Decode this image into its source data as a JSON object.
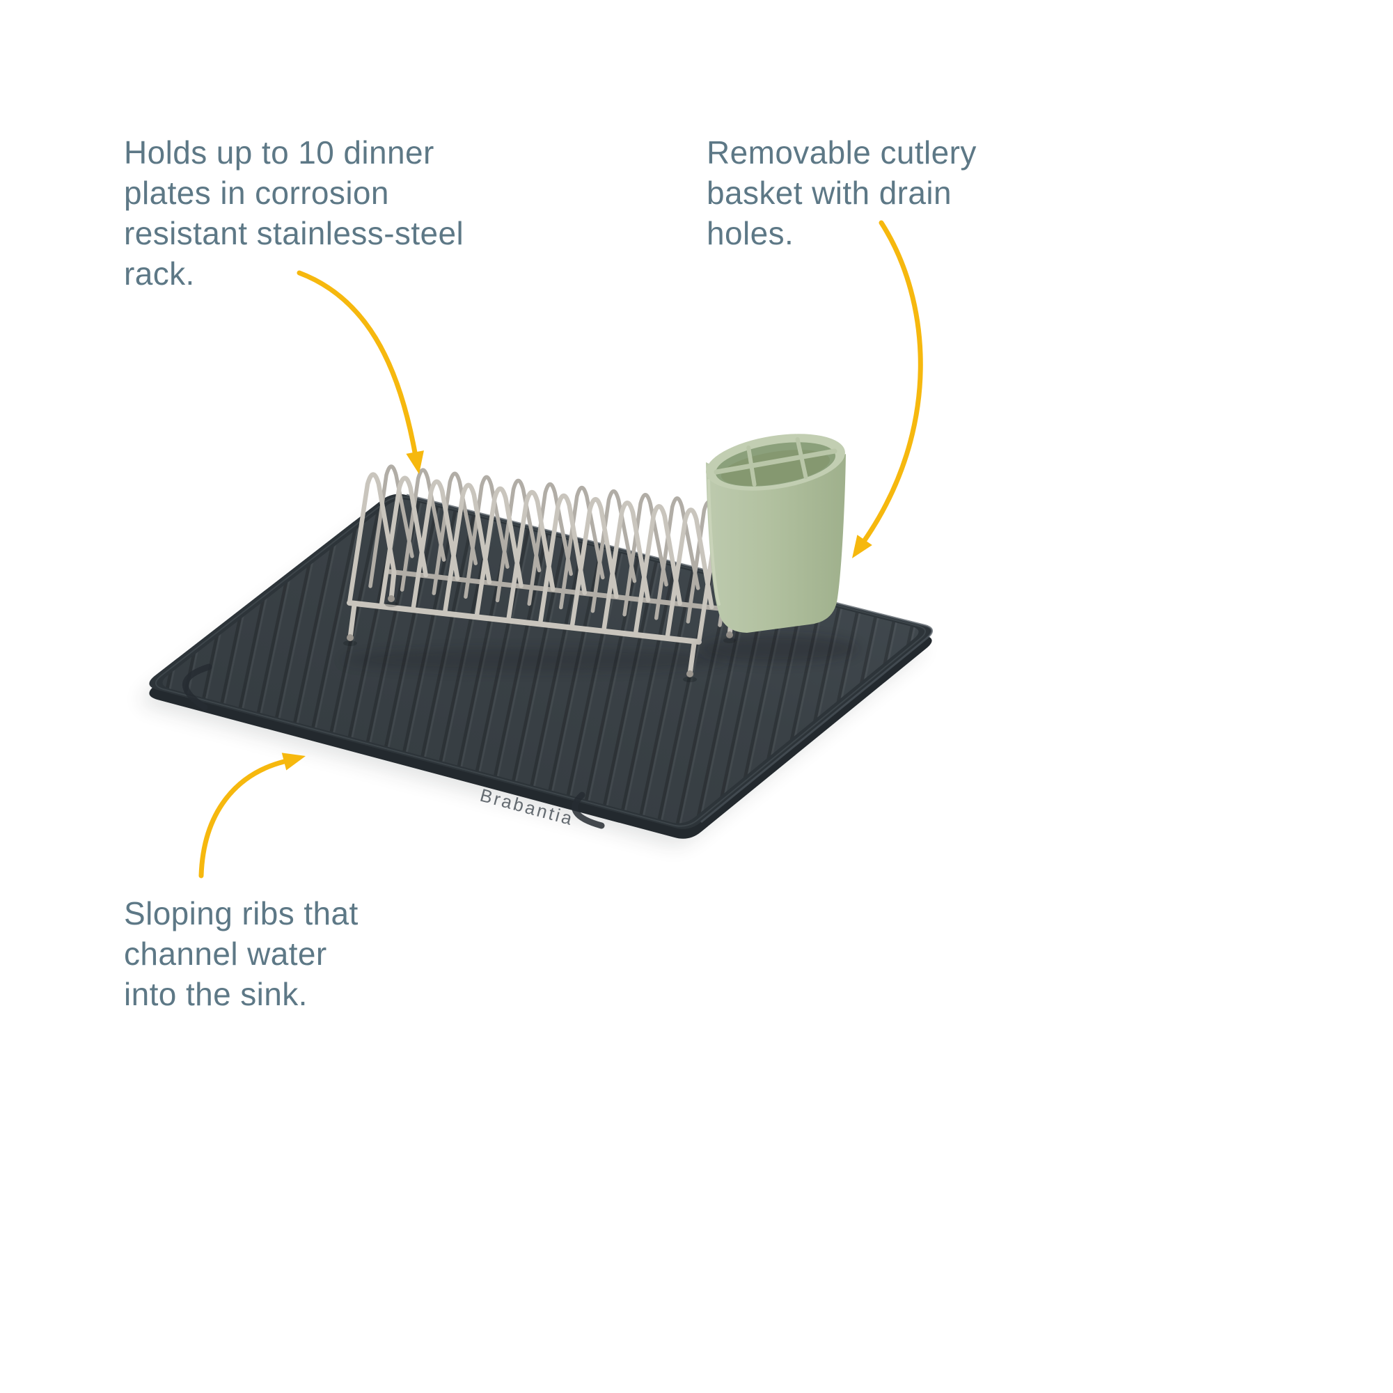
{
  "annotations": [
    {
      "id": "plate-rack",
      "text": "Holds up to 10 dinner\nplates in corrosion\nresistant stainless-steel\nrack."
    },
    {
      "id": "cutlery-basket",
      "text": "Removable cutlery\nbasket with drain\nholes."
    },
    {
      "id": "sloping-ribs",
      "text": "Sloping ribs that\nchannel water\ninto the sink."
    }
  ],
  "product": {
    "brand_logo_text": "Brabantia",
    "parts": [
      "drying-board",
      "stainless-steel-plate-rack",
      "cutlery-basket"
    ]
  },
  "colors": {
    "background": "#ffffff",
    "annotation_text": "#5d7886",
    "arrow": "#f6b80e",
    "board_surface": "#3a4146",
    "board_rim": "#2d3439",
    "wire": "#c9c5bd",
    "basket": "#b4c3a2",
    "basket_interior": "#8ba07b"
  }
}
